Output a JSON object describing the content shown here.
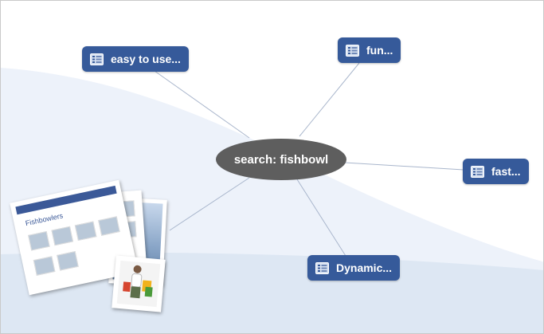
{
  "center": {
    "label": "search: fishbowl"
  },
  "nodes": {
    "easy": {
      "label": "easy to use..."
    },
    "fun": {
      "label": "fun..."
    },
    "fast": {
      "label": "fast..."
    },
    "dynamic": {
      "label": "Dynamic..."
    }
  },
  "collage": {
    "page_title": "Fishbowlers"
  },
  "colors": {
    "node_blue": "#365a9a",
    "center_gray": "#5e5e5e",
    "band_light": "#edf2fa",
    "band_lower": "#dde7f3",
    "connector": "#a9b6cc"
  },
  "icons": {
    "node_icon": "list-card-icon"
  }
}
